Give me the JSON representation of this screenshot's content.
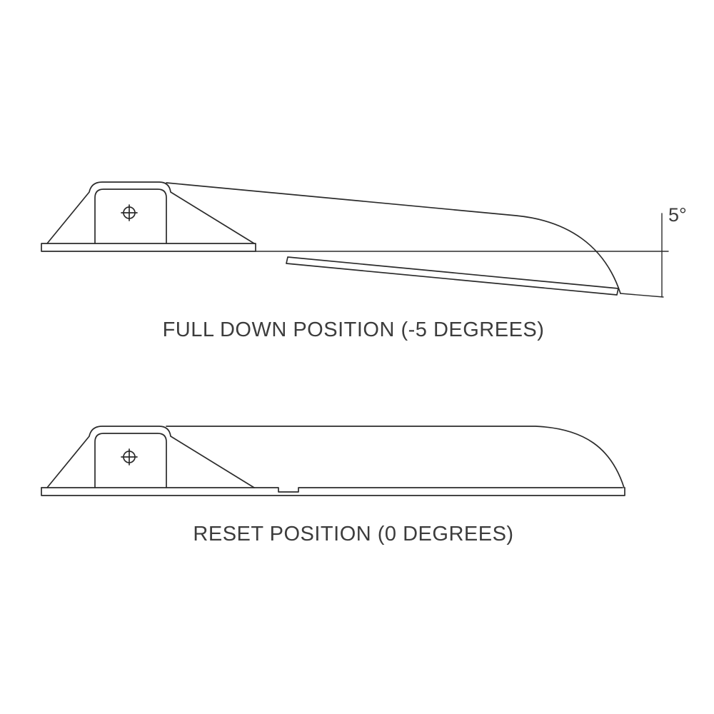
{
  "page": {
    "background": "#ffffff",
    "line_color": "#2b2b2b",
    "text_color": "#3c3c3c",
    "drawing_type": "technical side-view drawing, two positions of a flap/ramp mechanism"
  },
  "figures": {
    "full_down": {
      "caption": "FULL DOWN POSITION (-5 DEGREES)",
      "angle_label": "5°",
      "angle_degrees": -5
    },
    "reset": {
      "caption": "RESET POSITION (0 DEGREES)",
      "angle_degrees": 0
    }
  }
}
